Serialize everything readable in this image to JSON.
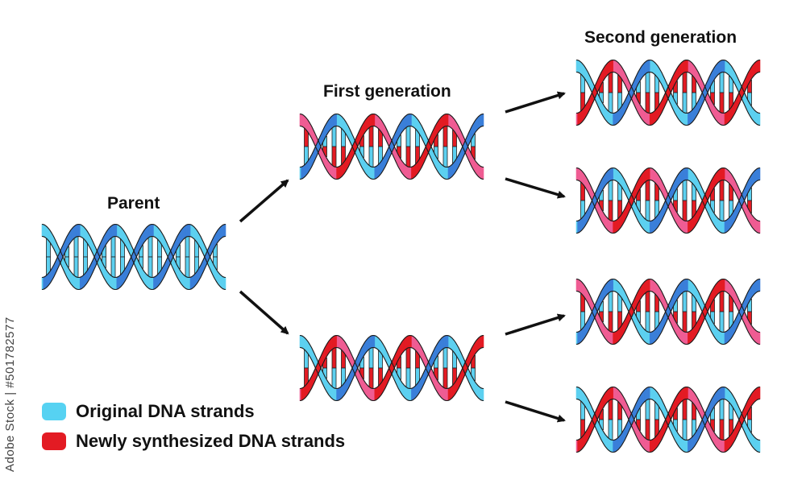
{
  "labels": {
    "parent": "Parent",
    "first_generation": "First generation",
    "second_generation": "Second generation"
  },
  "legend": {
    "original": "Original DNA strands",
    "new": "Newly synthesized DNA strands"
  },
  "watermark": "Adobe Stock | #501782577",
  "colors": {
    "original_dark": "#3a7fd9",
    "original_light": "#5cd0f0",
    "new_dark": "#e31b23",
    "new_light": "#ef5c93",
    "arrow": "#111111",
    "legend_original": "#56d2f2",
    "legend_new": "#e31b23"
  }
}
